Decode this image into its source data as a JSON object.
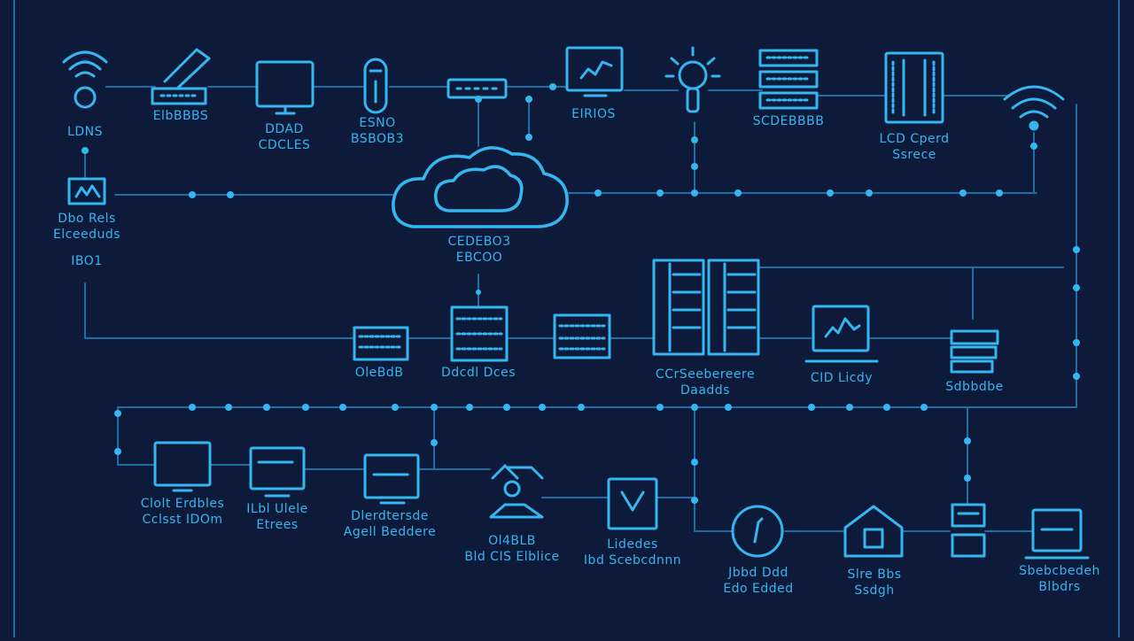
{
  "colors": {
    "background": "#0d1a3a",
    "accent": "#35b6f0",
    "dim": "#1d6ea3"
  },
  "nodes": [
    {
      "id": "wifi-1",
      "icon": "wifi-icon",
      "lines": [
        "LDNS",
        ""
      ]
    },
    {
      "id": "router-1",
      "icon": "router-icon",
      "lines": [
        "ElbBBBS",
        ""
      ]
    },
    {
      "id": "monitor-1",
      "icon": "monitor-icon",
      "lines": [
        "DDAD",
        "CDCLES"
      ]
    },
    {
      "id": "sensor-1",
      "icon": "sensor-icon",
      "lines": [
        "ESNO",
        "BSBOB3"
      ]
    },
    {
      "id": "switch-1",
      "icon": "switch-icon",
      "lines": [
        "",
        ""
      ]
    },
    {
      "id": "monitor-2",
      "icon": "monitor-chart-icon",
      "lines": [
        "EIRIOS",
        ""
      ]
    },
    {
      "id": "bulb-1",
      "icon": "lightbulb-icon",
      "lines": [
        "",
        ""
      ]
    },
    {
      "id": "rack-1",
      "icon": "server-rack-icon",
      "lines": [
        "SCDEBBBB",
        ""
      ]
    },
    {
      "id": "server-1",
      "icon": "server-cabinet-icon",
      "lines": [
        "LCD Cperd",
        "Ssrece"
      ]
    },
    {
      "id": "wifi-2",
      "icon": "wifi-icon",
      "lines": [
        "",
        ""
      ]
    },
    {
      "id": "cam-1",
      "icon": "camera-icon",
      "lines": [
        "Dbo Rels",
        "Elceeduds",
        "IBO1"
      ]
    },
    {
      "id": "cloud-1",
      "icon": "cloud-icon",
      "lines": [
        "CEDEBO3",
        "EBCOO"
      ]
    },
    {
      "id": "sw-1",
      "icon": "switch-icon",
      "lines": [
        "OleBdB",
        ""
      ]
    },
    {
      "id": "sw-2",
      "icon": "switch-icon",
      "lines": [
        "Ddcdl Dces",
        ""
      ]
    },
    {
      "id": "sw-3",
      "icon": "switch-icon",
      "lines": [
        "",
        ""
      ]
    },
    {
      "id": "rack-big",
      "icon": "server-rack-icon",
      "lines": [
        "CCrSeebereere",
        "Daadds"
      ]
    },
    {
      "id": "laptop-1",
      "icon": "laptop-chart-icon",
      "lines": [
        "CID Licdy",
        ""
      ]
    },
    {
      "id": "stack-1",
      "icon": "storage-stack-icon",
      "lines": [
        "Sdbbdbe",
        ""
      ]
    },
    {
      "id": "mon-a",
      "icon": "monitor-icon",
      "lines": [
        "Clolt Erdbles",
        "Cclsst IDOm"
      ]
    },
    {
      "id": "mon-b",
      "icon": "monitor-icon",
      "lines": [
        "ILbl Ulele",
        "Etrees"
      ]
    },
    {
      "id": "mon-c",
      "icon": "monitor-icon",
      "lines": [
        "Dlerdtersde",
        "Agell Beddere"
      ]
    },
    {
      "id": "hub-1",
      "icon": "network-hub-icon",
      "lines": [
        "Ol4BLB",
        "Bld CIS Elblice"
      ]
    },
    {
      "id": "tablet-1",
      "icon": "tablet-icon",
      "lines": [
        "Lidedes",
        "Ibd Scebcdnnn"
      ]
    },
    {
      "id": "gauge-1",
      "icon": "gauge-icon",
      "lines": [
        "Jbbd Ddd",
        "Edo Edded"
      ]
    },
    {
      "id": "home-1",
      "icon": "home-icon",
      "lines": [
        "Slre Bbs",
        "Ssdgh"
      ]
    },
    {
      "id": "box-1",
      "icon": "storage-box-icon",
      "lines": [
        "",
        ""
      ]
    },
    {
      "id": "laptop-2",
      "icon": "laptop-icon",
      "lines": [
        "Sbebcbedeh",
        "Blbdrs"
      ]
    }
  ]
}
